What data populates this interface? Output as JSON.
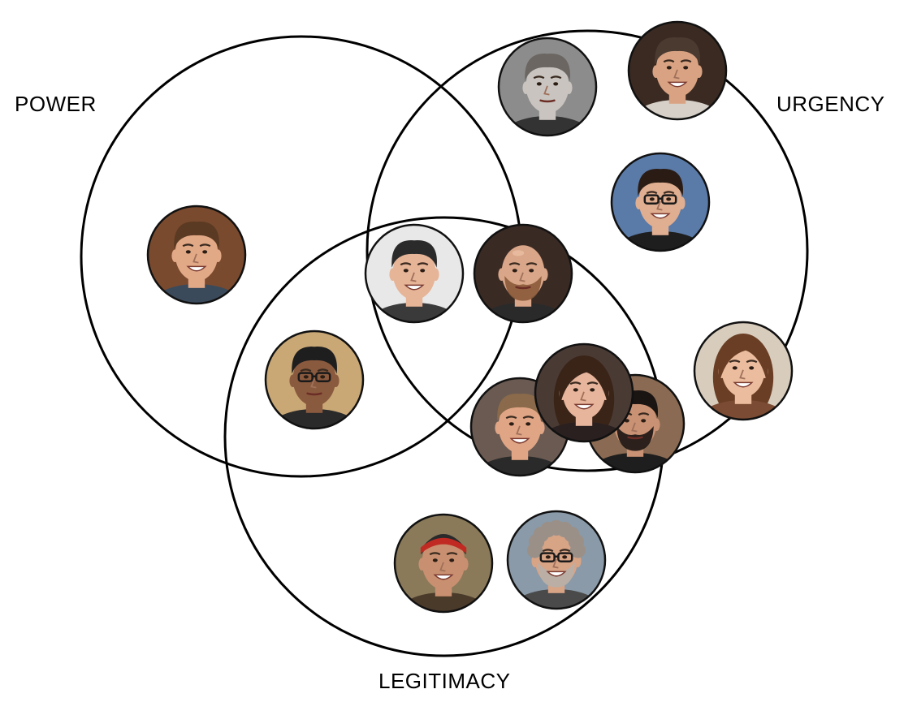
{
  "labels": {
    "power": "POWER",
    "urgency": "URGENCY",
    "legitimacy": "LEGITIMACY"
  },
  "colors": {
    "line": "#000000",
    "background": "#ffffff"
  },
  "people": [
    {
      "id": "power-only-man",
      "region": "power",
      "bg": "#7a4a2e",
      "skin": "#e2a987",
      "hair": "#5a3a22",
      "shirt": "#3b4a5a",
      "smile": true,
      "glasses": false,
      "beard": false,
      "hairStyle": "short"
    },
    {
      "id": "urgency-man-grayscale",
      "region": "urgency",
      "bg": "#8c8c8c",
      "skin": "#c9c4bf",
      "hair": "#6b6661",
      "shirt": "#333333",
      "smile": false,
      "glasses": false,
      "beard": false,
      "hairStyle": "short"
    },
    {
      "id": "urgency-man-smiling",
      "region": "urgency",
      "bg": "#3a2a22",
      "skin": "#d9a383",
      "hair": "#4a3a30",
      "shirt": "#d6d0c8",
      "smile": true,
      "glasses": false,
      "beard": false,
      "hairStyle": "swept"
    },
    {
      "id": "urgency-man-glasses",
      "region": "urgency",
      "bg": "#5a7aa8",
      "skin": "#e0ae90",
      "hair": "#2a1c14",
      "shirt": "#1e1e1e",
      "smile": true,
      "glasses": true,
      "beard": false,
      "hairStyle": "short"
    },
    {
      "id": "urgency-woman",
      "region": "urgency",
      "bg": "#d8cdbd",
      "skin": "#ebbd9e",
      "hair": "#6a3e24",
      "shirt": "#7b4b33",
      "smile": true,
      "glasses": false,
      "beard": false,
      "hairStyle": "long"
    },
    {
      "id": "power-legitimacy-man-glasses",
      "region": "power-legitimacy",
      "bg": "#c9a876",
      "skin": "#8a5a3e",
      "hair": "#1e1e1e",
      "shirt": "#2a2a2a",
      "smile": false,
      "glasses": true,
      "beard": false,
      "hairStyle": "short"
    },
    {
      "id": "center-man-dark-hair",
      "region": "power-urgency-legitimacy",
      "bg": "#e8e8e8",
      "skin": "#e6b497",
      "hair": "#2a2a2a",
      "shirt": "#3a3a3a",
      "smile": true,
      "glasses": false,
      "beard": false,
      "hairStyle": "short"
    },
    {
      "id": "center-man-bald-beard",
      "region": "power-urgency-legitimacy",
      "bg": "#3a2a24",
      "skin": "#d9a689",
      "hair": "#b88a6c",
      "shirt": "#2a2a2a",
      "smile": false,
      "glasses": false,
      "beard": true,
      "hairStyle": "bald"
    },
    {
      "id": "urgency-legitimacy-man-blond",
      "region": "urgency-legitimacy",
      "bg": "#6a5a52",
      "skin": "#e0a585",
      "hair": "#8a6a4a",
      "shirt": "#2a2a2a",
      "smile": true,
      "glasses": false,
      "beard": false,
      "hairStyle": "short"
    },
    {
      "id": "urgency-legitimacy-woman",
      "region": "urgency-legitimacy",
      "bg": "#4a3a34",
      "skin": "#e6b59b",
      "hair": "#3a2418",
      "shirt": "#2a2020",
      "smile": true,
      "glasses": false,
      "beard": false,
      "hairStyle": "long"
    },
    {
      "id": "urgency-legitimacy-man-beard",
      "region": "urgency-legitimacy",
      "bg": "#8a6a52",
      "skin": "#c99274",
      "hair": "#1a1412",
      "shirt": "#1e1e1e",
      "smile": false,
      "glasses": false,
      "beard": true,
      "hairStyle": "short"
    },
    {
      "id": "legitimacy-man-headband",
      "region": "legitimacy",
      "bg": "#8a7a5a",
      "skin": "#c89070",
      "hair": "#c02a22",
      "shirt": "#4a3a2a",
      "smile": true,
      "glasses": false,
      "beard": false,
      "hairStyle": "headband"
    },
    {
      "id": "legitimacy-man-gray-glasses",
      "region": "legitimacy",
      "bg": "#8a9aa8",
      "skin": "#d8a486",
      "hair": "#9a9088",
      "shirt": "#4a4a4a",
      "smile": true,
      "glasses": true,
      "beard": true,
      "hairStyle": "curly"
    }
  ]
}
